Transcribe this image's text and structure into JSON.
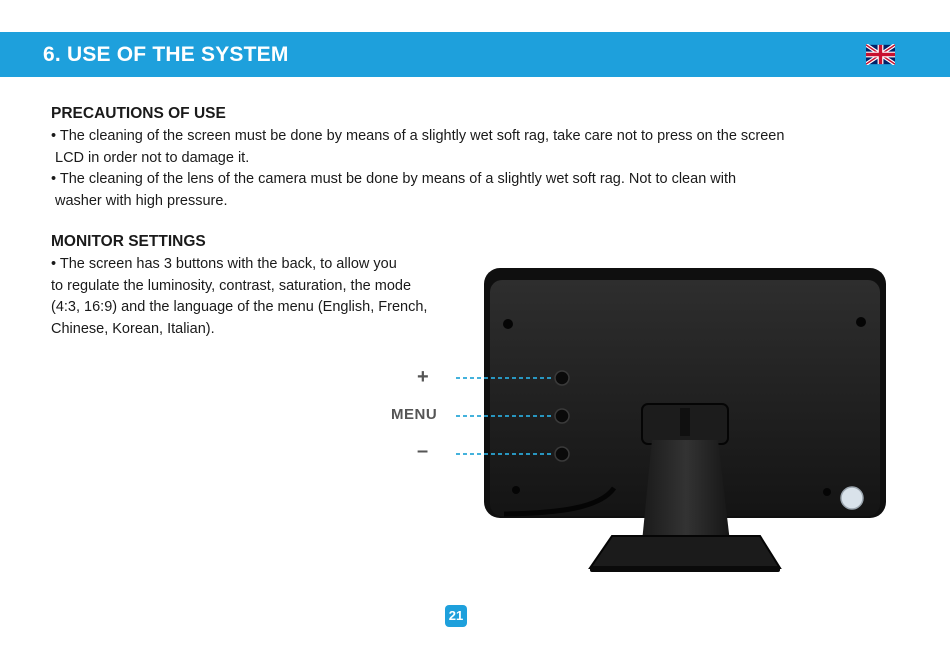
{
  "header": {
    "title": "6. USE OF THE SYSTEM",
    "flag_icon": "uk-flag-icon",
    "accent_color": "#1ea0dc"
  },
  "precautions": {
    "heading": "PRECAUTIONS OF USE",
    "bullet1_line1": "• The cleaning of the screen must be done by means of a slightly wet soft rag, take care not to press on the screen",
    "bullet1_line2": "LCD in order not to damage it.",
    "bullet2_line1": "• The cleaning of the lens of the camera must be done by means of a slightly wet soft rag. Not to clean with",
    "bullet2_line2": "washer with high pressure."
  },
  "monitor_settings": {
    "heading": "MONITOR SETTINGS",
    "line1": "• The screen has 3 buttons with the back, to allow you",
    "line2": "to regulate the luminosity, contrast, saturation, the mode",
    "line3": "(4:3, 16:9) and the language of the menu (English, French,",
    "line4": "Chinese, Korean, Italian)."
  },
  "figure": {
    "label_plus": "+",
    "label_menu": "MENU",
    "label_minus": "–"
  },
  "footer": {
    "page_number": "21"
  }
}
